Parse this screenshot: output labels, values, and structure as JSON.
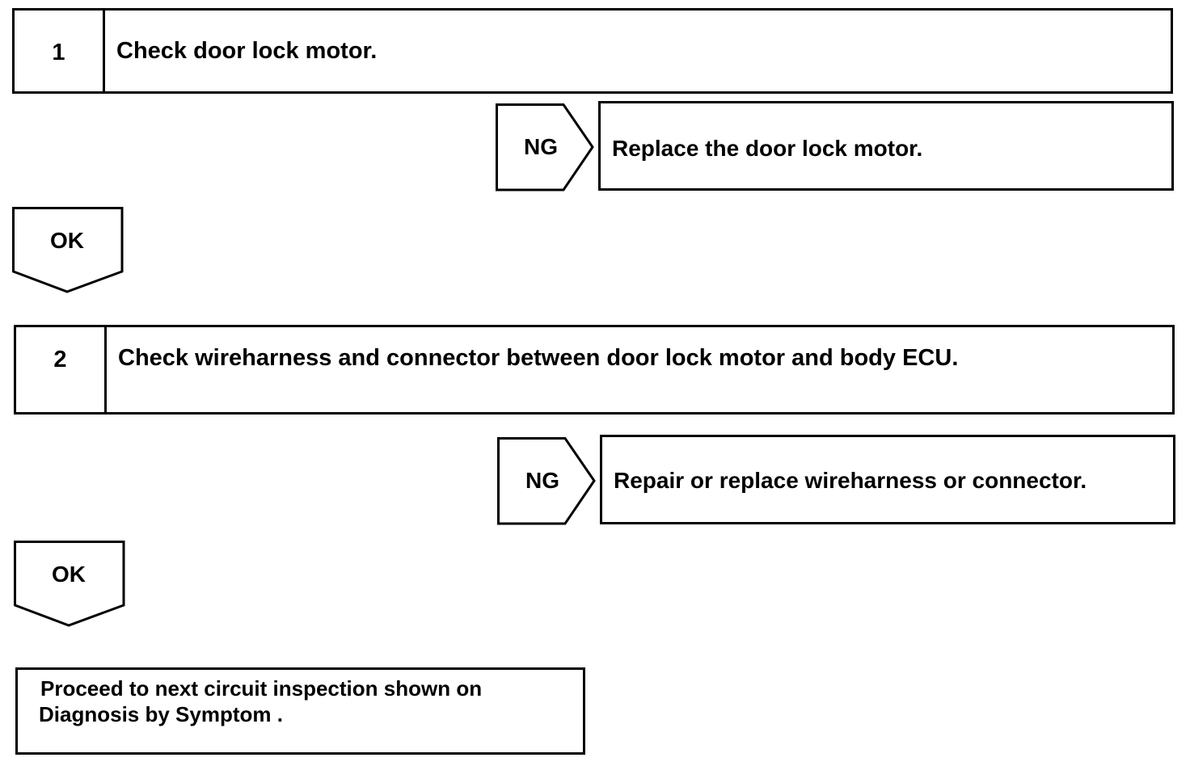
{
  "steps": [
    {
      "number": "1",
      "text": "Check door lock motor."
    },
    {
      "number": "2",
      "text": "Check wireharness and connector between door lock motor and body ECU."
    }
  ],
  "ng_results": [
    {
      "label": "NG",
      "text": "Replace the door lock motor."
    },
    {
      "label": "NG",
      "text": "Repair or replace wireharness or connector."
    }
  ],
  "ok_labels": [
    "OK",
    "OK"
  ],
  "final": {
    "line1": "Proceed to next circuit inspection shown on",
    "line2": "Diagnosis by Symptom ."
  }
}
